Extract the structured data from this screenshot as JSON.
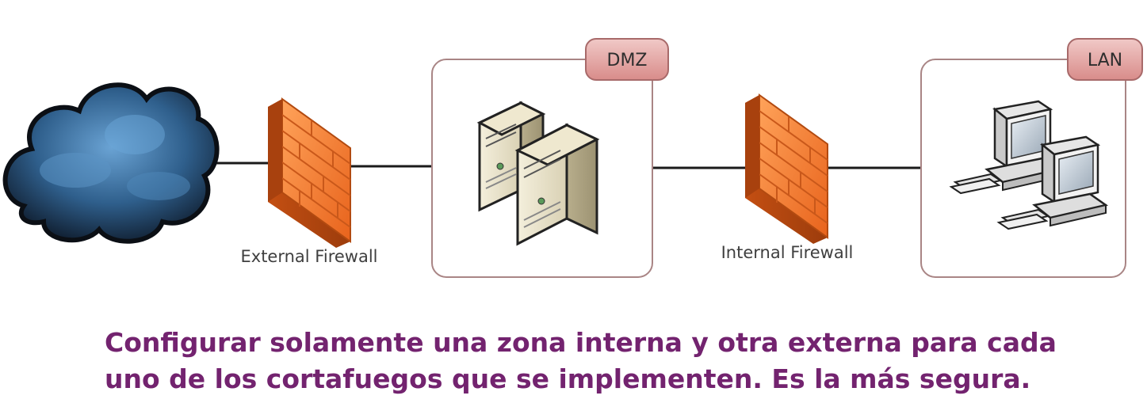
{
  "diagram": {
    "external_firewall_label": "External Firewall",
    "internal_firewall_label": "Internal Firewall",
    "dmz_label": "DMZ",
    "lan_label": "LAN",
    "icons": {
      "cloud": "cloud-icon",
      "external_firewall": "firewall-icon",
      "dmz_servers": "server-icon",
      "internal_firewall": "firewall-icon",
      "lan_computers": "desktop-computer-icon"
    },
    "colors": {
      "cloud": "#3b6e9c",
      "firewall": "#f07a2a",
      "zone_border": "#a98585",
      "zone_tag": "#e1a3a1",
      "connector": "#1a1a1a"
    }
  },
  "caption": {
    "line1": "Configurar solamente una zona interna y otra externa para cada",
    "line2": "uno de los cortafuegos que se implementen. Es la más segura.",
    "color": "#73236f"
  }
}
